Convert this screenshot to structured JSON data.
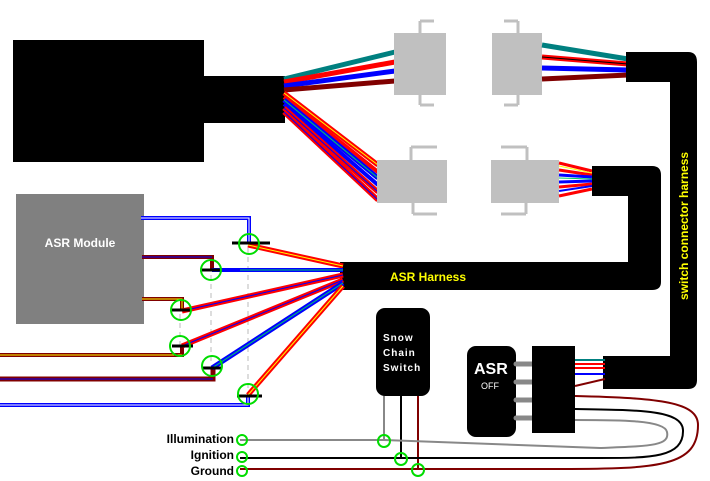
{
  "diagram": {
    "labels": {
      "asr_module": "ASR Module",
      "asr_harness": "ASR Harness",
      "switch_connector_harness": "switch connector harness",
      "snow_chain_switch": [
        "Snow",
        "Chain",
        "Switch"
      ],
      "asr_switch_title": "ASR",
      "asr_switch_state": "OFF"
    },
    "power_lines": [
      {
        "label": "Illumination",
        "color": "#888888"
      },
      {
        "label": "Ignition",
        "color": "#000000"
      },
      {
        "label": "Ground",
        "color": "#800000"
      }
    ],
    "colors": {
      "background": "#ffffff",
      "harness": "#000000",
      "module": "#808080",
      "connector": "#c0c0c0",
      "splice_marker": "#00dd00",
      "label_text": "#ffff00",
      "wire_teal": "#008080",
      "wire_red": "#ff0000",
      "wire_blue": "#0000ff",
      "wire_maroon": "#800000",
      "wire_yellow_stripe": "#ffff00",
      "wire_green_stripe": "#00cc66",
      "wire_gray": "#888888"
    },
    "upper_connector_wires": [
      "teal",
      "red-black",
      "blue",
      "maroon"
    ],
    "module_wire_pins": 3,
    "splice_points": 6,
    "switch_pins": 4
  }
}
